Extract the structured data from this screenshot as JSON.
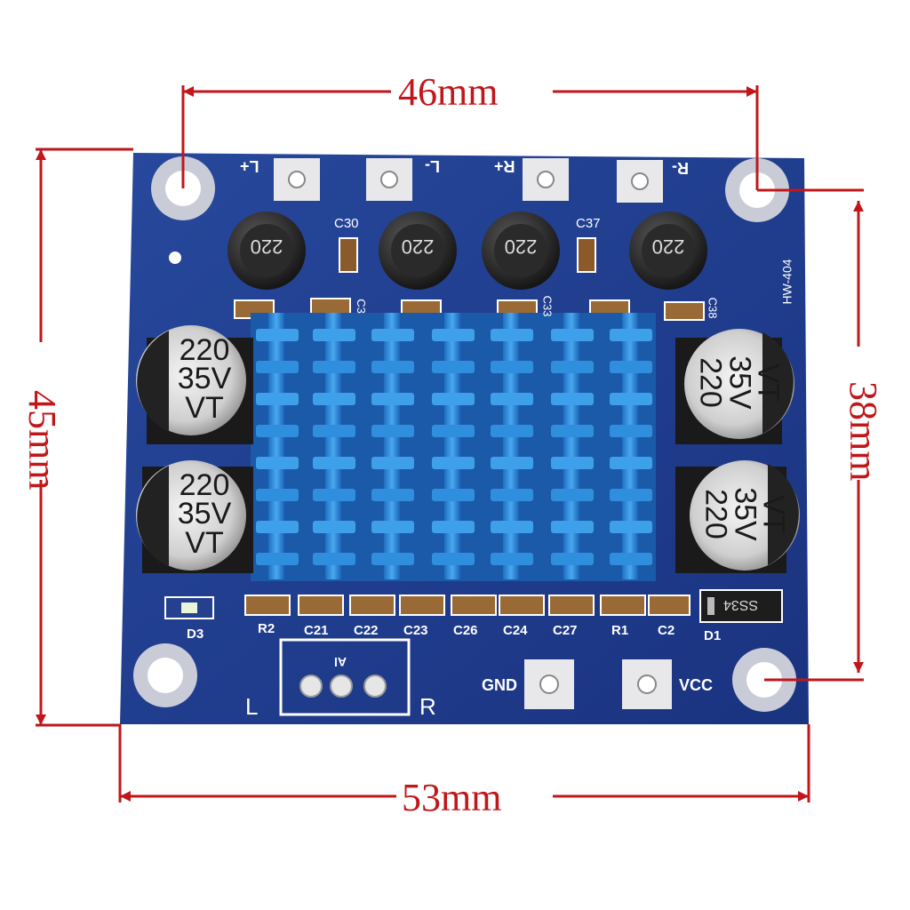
{
  "dimensions": {
    "top_width": "46mm",
    "left_height": "45mm",
    "right_height": "38mm",
    "bottom_width": "53mm"
  },
  "board": {
    "model": "HW-404",
    "colors": {
      "pcb": "#1f3c8e",
      "heatsink": "#2f8fde",
      "dimension": "#c0171b"
    },
    "speaker_terminals": [
      "L+",
      "L-",
      "R+",
      "R-"
    ],
    "inductor_marking": "220",
    "top_caps": [
      "C30",
      "C37"
    ],
    "side_labels": [
      "C3",
      "C33",
      "C38"
    ],
    "electrolytic_capacitor": {
      "value": "220",
      "voltage": "35V",
      "series": "VT"
    },
    "bottom_labels": [
      "R2",
      "C21",
      "C22",
      "C23",
      "C26",
      "C24",
      "C27",
      "R1",
      "C2"
    ],
    "led_label": "D3",
    "diode_label": "D1",
    "diode_marking": "SS34",
    "input_label": "Al",
    "input_left": "L",
    "input_right": "R",
    "power_labels": [
      "GND",
      "VCC"
    ]
  }
}
